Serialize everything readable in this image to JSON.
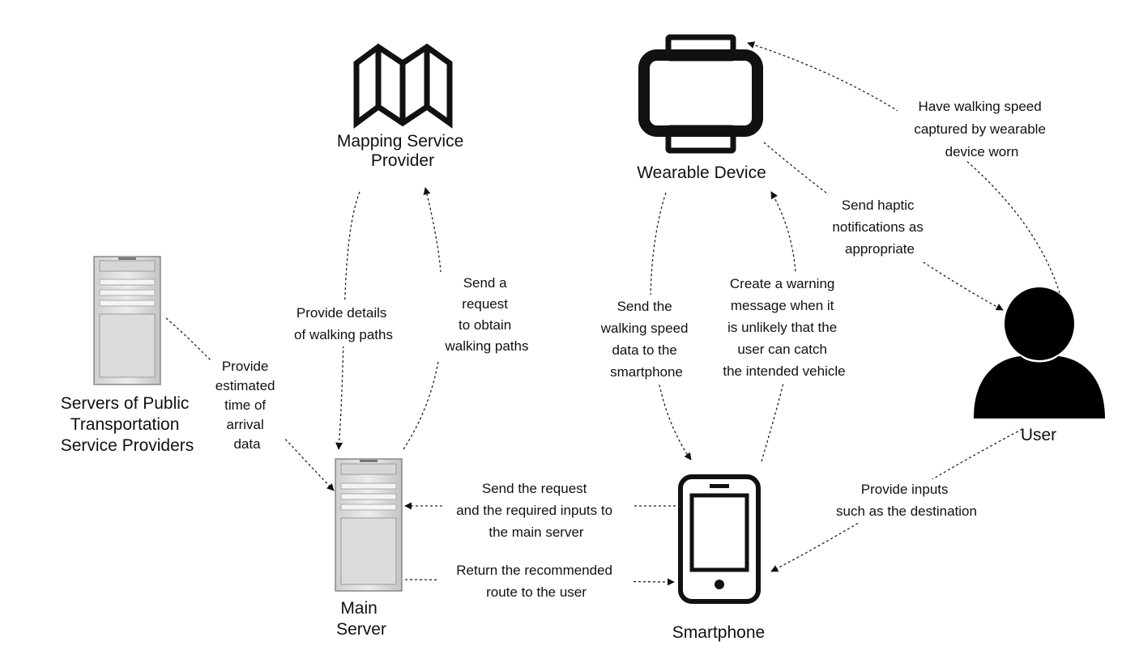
{
  "nodes": {
    "mapping": {
      "label_lines": [
        "Mapping Service",
        "Provider"
      ]
    },
    "wearable": {
      "label_lines": [
        "Wearable Device"
      ]
    },
    "servers": {
      "label_lines": [
        "Servers of Public",
        "Transportation",
        "Service Providers"
      ]
    },
    "main_server": {
      "label_lines": [
        "Main",
        "Server"
      ]
    },
    "smartphone": {
      "label_lines": [
        "Smartphone"
      ]
    },
    "user": {
      "label_lines": [
        "User"
      ]
    }
  },
  "edges": {
    "walking_speed_capture": {
      "label_lines": [
        "Have walking speed",
        "captured by wearable",
        "device worn"
      ]
    },
    "haptic": {
      "label_lines": [
        "Send haptic",
        "notifications as",
        "appropriate"
      ]
    },
    "walking_paths_details": {
      "label_lines": [
        "Provide details",
        "of walking paths"
      ]
    },
    "request_walking_paths": {
      "label_lines": [
        "Send a",
        "request",
        "to obtain",
        "walking paths"
      ]
    },
    "speed_to_phone": {
      "label_lines": [
        "Send the",
        "walking speed",
        "data to the",
        "smartphone"
      ]
    },
    "warning": {
      "label_lines": [
        "Create a warning",
        "message when it",
        "is unlikely that the",
        "user can catch",
        "the intended vehicle"
      ]
    },
    "eta": {
      "label_lines": [
        "Provide",
        "estimated",
        "time of",
        "arrival",
        "data"
      ]
    },
    "request_to_server": {
      "label_lines": [
        "Send the request",
        "and the required inputs to",
        "the main server"
      ]
    },
    "return_route": {
      "label_lines": [
        "Return the recommended",
        "route to the user"
      ]
    },
    "user_inputs": {
      "label_lines": [
        "Provide inputs",
        "such as the destination"
      ]
    }
  }
}
